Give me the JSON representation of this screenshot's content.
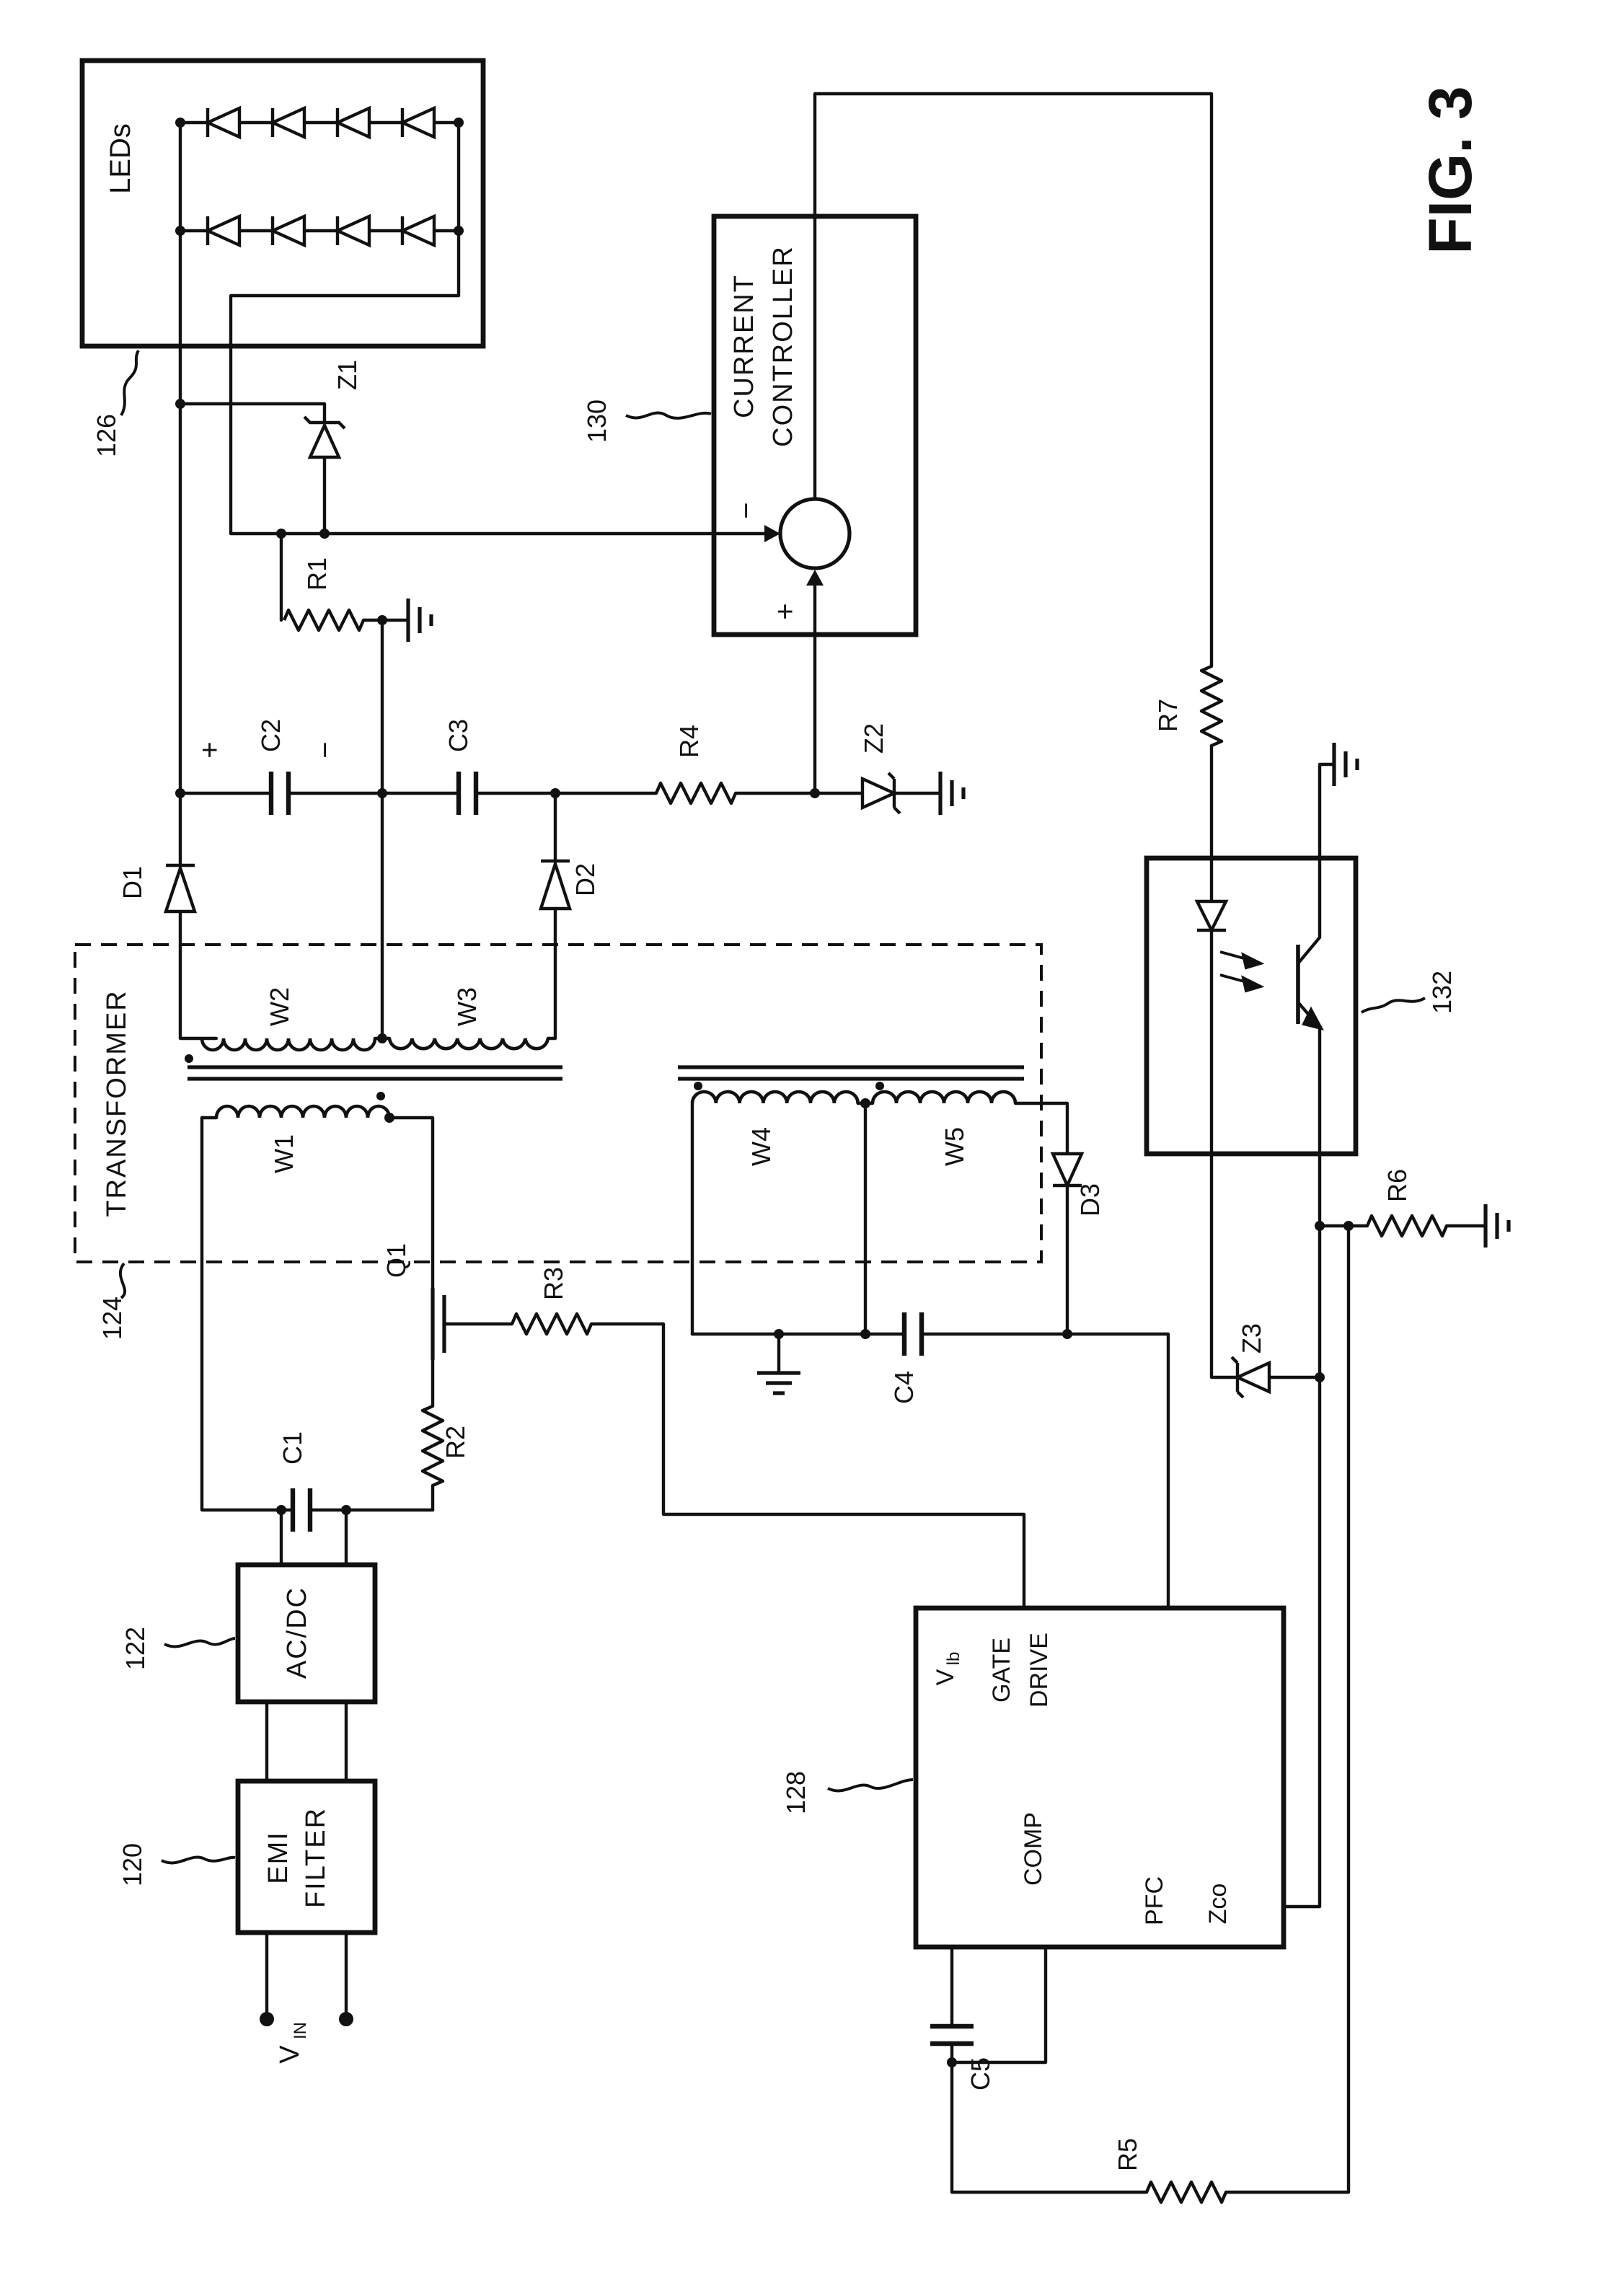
{
  "figure_label": "FIG. 3",
  "blocks": {
    "leds": "LEDs",
    "transformer": "TRANSFORMER",
    "current_controller": [
      "CURRENT",
      "CONTROLLER"
    ],
    "acdc": "AC/DC",
    "emi_filter": [
      "EMI",
      "FILTER"
    ],
    "vin_v": "V",
    "vin_sub": "IN",
    "controller_pins": {
      "vlb_v": "V",
      "vlb_sub": "lb",
      "gate": "GATE",
      "drive": "DRIVE",
      "comp": "COMP",
      "pfc": "PFC",
      "zco": "Zco"
    }
  },
  "references": {
    "emi": "120",
    "acdc": "122",
    "transformer": "124",
    "leds": "126",
    "controller_ic": "128",
    "current_controller": "130",
    "optocoupler": "132"
  },
  "components": {
    "z1": "Z1",
    "z2": "Z2",
    "z3": "Z3",
    "r1": "R1",
    "r2": "R2",
    "r3": "R3",
    "r4": "R4",
    "r5": "R5",
    "r6": "R6",
    "r7": "R7",
    "c1": "C1",
    "c2": "C2",
    "c3": "C3",
    "c4": "C4",
    "c5": "C5",
    "d1": "D1",
    "d2": "D2",
    "d3": "D3",
    "q1": "Q1",
    "w1": "W1",
    "w2": "W2",
    "w3": "W3",
    "w4": "W4",
    "w5": "W5"
  },
  "polarity": {
    "plus": "+",
    "minus": "−"
  },
  "opamp": {
    "plus": "+",
    "minus": "−"
  }
}
